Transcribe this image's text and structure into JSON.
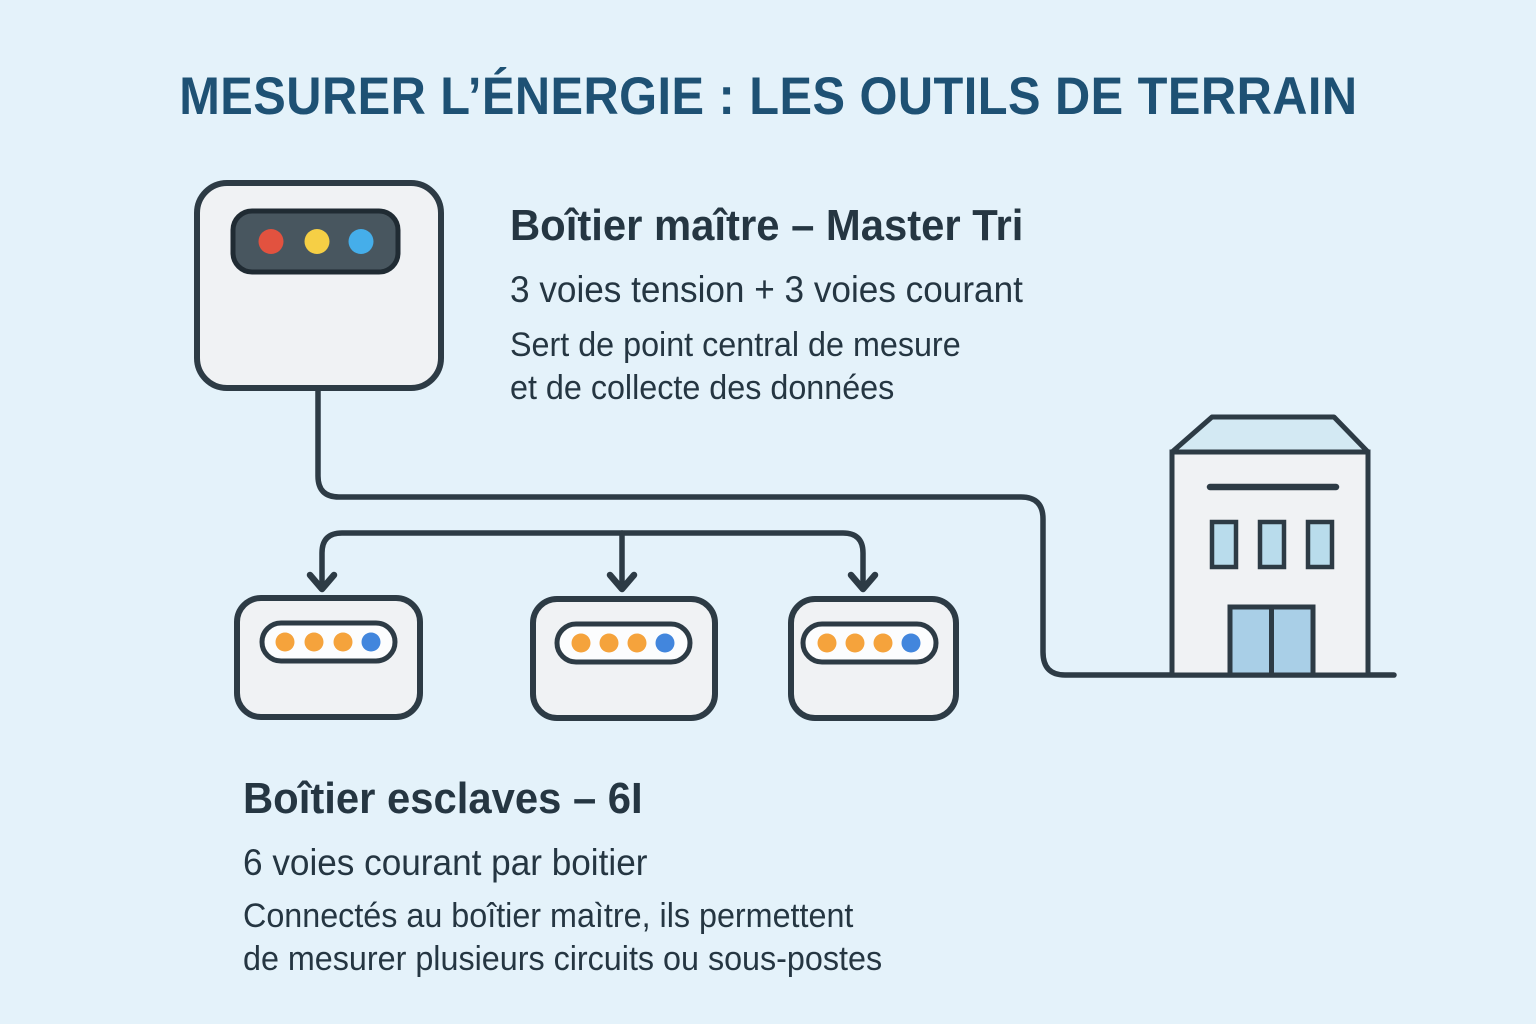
{
  "title": "MESURER L’ÉNERGIE : LES OUTILS DE TERRAIN",
  "master": {
    "heading": "Boîtier maître – Master Tri",
    "subheading": "3 voies tension + 3 voies courant",
    "description": [
      "Sert de point central de mesure",
      "et de collecte des données"
    ],
    "indicator_colors": [
      "#e2523f",
      "#f6cf45",
      "#45aeea"
    ]
  },
  "slaves": {
    "heading": "Boîtier esclaves – 6I",
    "subheading": "6 voies courant par boitier",
    "description": [
      "Connectés au boîtier maìtre, ils permettent",
      "de mesurer plusieurs circuits ou sous-postes"
    ],
    "count": 3,
    "indicator_colors": [
      "#f5a33c",
      "#f5a33c",
      "#f5a33c",
      "#4286dd"
    ]
  },
  "colors": {
    "background": "#e4f2fa",
    "outline": "#2d3b45",
    "title_text": "#1e5174",
    "body_text": "#253642",
    "device_fill": "#f0f2f4",
    "panel_fill": "#48565f",
    "panel_border": "#202b33",
    "pill_fill": "#fcfdfe",
    "roof_fill": "#d3e9f3",
    "window_fill": "#b9dcec",
    "door_fill": "#a9cfe7"
  }
}
